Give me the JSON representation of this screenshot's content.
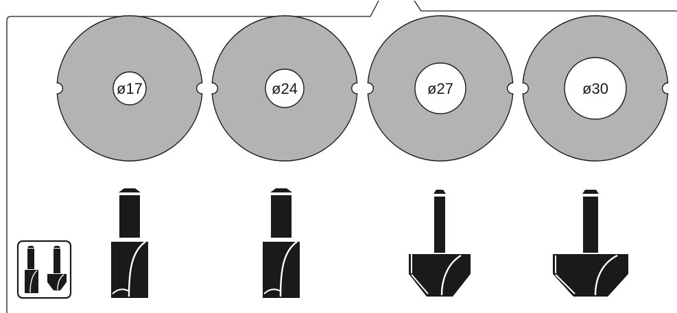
{
  "colors": {
    "ring_fill": "#b3b3b3",
    "outline": "#1a1a1a",
    "cutter_fill": "#1a1a1a",
    "hole_fill": "#ffffff",
    "background": "#ffffff"
  },
  "guide_rings": [
    {
      "label": "ø17",
      "hole_diameter": 17,
      "icon": "guide-ring-icon"
    },
    {
      "label": "ø24",
      "hole_diameter": 24,
      "icon": "guide-ring-icon"
    },
    {
      "label": "ø27",
      "hole_diameter": 27,
      "icon": "guide-ring-icon"
    },
    {
      "label": "ø30",
      "hole_diameter": 30,
      "icon": "guide-ring-icon"
    }
  ],
  "router_bits": [
    {
      "type": "straight",
      "icon": "straight-router-bit-icon"
    },
    {
      "type": "straight",
      "icon": "straight-router-bit-icon"
    },
    {
      "type": "v-groove",
      "icon": "v-groove-router-bit-icon"
    },
    {
      "type": "v-groove",
      "icon": "v-groove-router-bit-icon"
    }
  ],
  "legend_icon": "router-bit-types-icon"
}
